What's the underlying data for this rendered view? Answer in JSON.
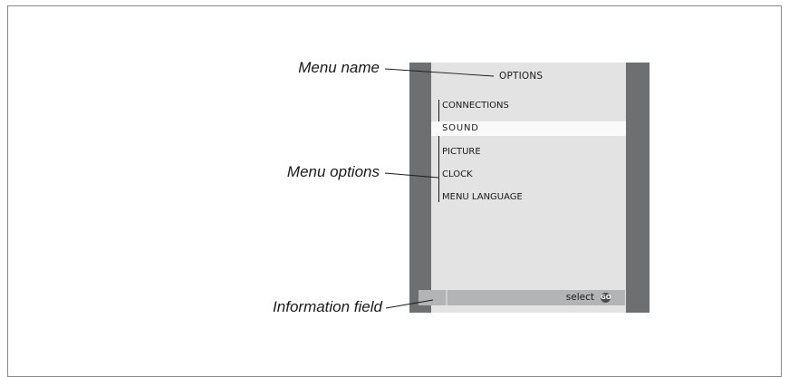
{
  "callouts": {
    "menu_name": "Menu name",
    "menu_options": "Menu options",
    "information_field": "Information field"
  },
  "menu": {
    "title": "OPTIONS",
    "items": [
      "CONNECTIONS",
      "SOUND",
      "PICTURE",
      "CLOCK",
      "MENU LANGUAGE"
    ],
    "selected_item": "SOUND"
  },
  "info_field": {
    "text": "select",
    "icon": "go-button-icon",
    "icon_text": "GO"
  },
  "colors": {
    "screen_frame": "#6e6f71",
    "menu_background": "#e3e3e4",
    "highlight": "#fafafa",
    "info_bar": "#b3b4b6"
  }
}
